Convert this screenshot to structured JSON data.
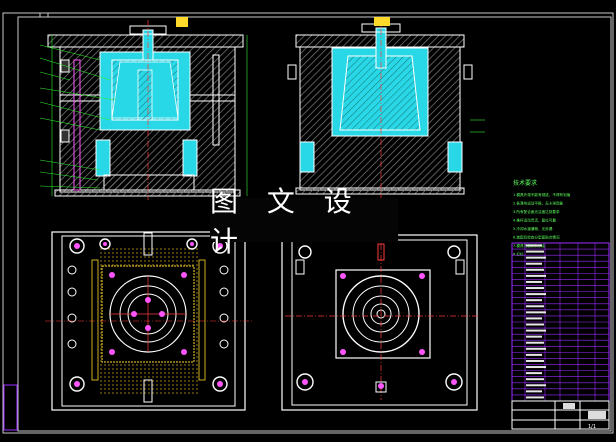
{
  "banner": {
    "text": "图 文 设 计"
  },
  "tech_requirements": {
    "title": "技术要求",
    "lines": [
      "1.模具外观不能有锈迹，不得有划痕",
      "2.各滑块运动平稳，无卡滞现象",
      "3.所有配合面光洁度达到要求",
      "4.推杆运动灵活，复位可靠",
      "5.冷却水道通畅，无渗漏",
      "6.装配后检查分型面贴合情况",
      "7.模具表面涂防锈油",
      "8.打标"
    ]
  },
  "title_block": {
    "sheet": "1/1"
  },
  "colors": {
    "background": "#000000",
    "outline": "#ffffff",
    "cavity": "#28d8e6",
    "frame": "#c8c8c8",
    "parts": "#ffd92a",
    "holes": "#ff55ff",
    "hatch": "#7f7f7f",
    "centerline": "#ff3b3b",
    "dimension": "#2ef02e",
    "table": "#9b2bff",
    "text_green": "#5dff5d"
  }
}
